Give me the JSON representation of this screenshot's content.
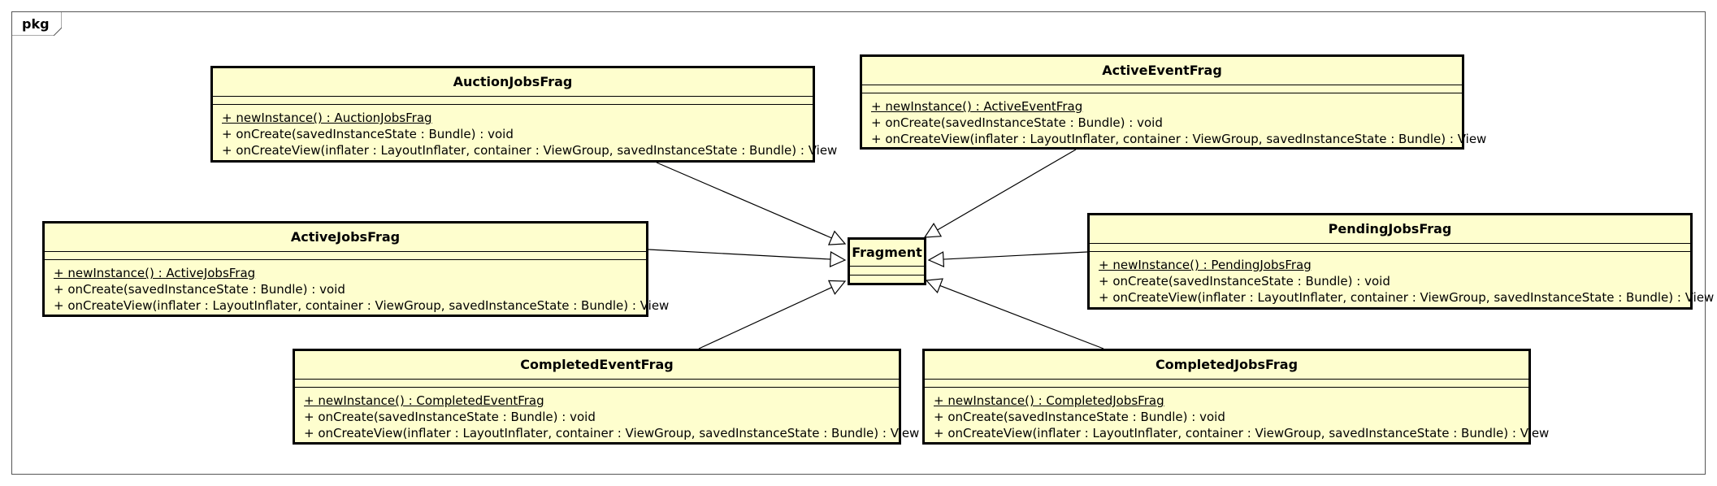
{
  "package": {
    "label": "pkg"
  },
  "target": {
    "name": "Fragment"
  },
  "classes": [
    {
      "id": "auction",
      "name": "AuctionJobsFrag",
      "ops": [
        "+ newInstance() : AuctionJobsFrag",
        "+ onCreate(savedInstanceState : Bundle) : void",
        "+ onCreateView(inflater : LayoutInflater, container : ViewGroup, savedInstanceState : Bundle) : View"
      ]
    },
    {
      "id": "activeevent",
      "name": "ActiveEventFrag",
      "ops": [
        "+ newInstance() : ActiveEventFrag",
        "+ onCreate(savedInstanceState : Bundle) : void",
        "+ onCreateView(inflater : LayoutInflater, container : ViewGroup, savedInstanceState : Bundle) : View"
      ]
    },
    {
      "id": "activejobs",
      "name": "ActiveJobsFrag",
      "ops": [
        "+ newInstance() : ActiveJobsFrag",
        "+ onCreate(savedInstanceState : Bundle) : void",
        "+ onCreateView(inflater : LayoutInflater, container : ViewGroup, savedInstanceState : Bundle) : View"
      ]
    },
    {
      "id": "pending",
      "name": "PendingJobsFrag",
      "ops": [
        "+ newInstance() : PendingJobsFrag",
        "+ onCreate(savedInstanceState : Bundle) : void",
        "+ onCreateView(inflater : LayoutInflater, container : ViewGroup, savedInstanceState : Bundle) : View"
      ]
    },
    {
      "id": "completedevent",
      "name": "CompletedEventFrag",
      "ops": [
        "+ newInstance() : CompletedEventFrag",
        "+ onCreate(savedInstanceState : Bundle) : void",
        "+ onCreateView(inflater : LayoutInflater, container : ViewGroup, savedInstanceState : Bundle) : View"
      ]
    },
    {
      "id": "completedjobs",
      "name": "CompletedJobsFrag",
      "ops": [
        "+ newInstance() : CompletedJobsFrag",
        "+ onCreate(savedInstanceState : Bundle) : void",
        "+ onCreateView(inflater : LayoutInflater, container : ViewGroup, savedInstanceState : Bundle) : View"
      ]
    }
  ],
  "generalizations": [
    {
      "from": "auction",
      "to": "Fragment"
    },
    {
      "from": "activeevent",
      "to": "Fragment"
    },
    {
      "from": "activejobs",
      "to": "Fragment"
    },
    {
      "from": "pending",
      "to": "Fragment"
    },
    {
      "from": "completedevent",
      "to": "Fragment"
    },
    {
      "from": "completedjobs",
      "to": "Fragment"
    }
  ]
}
